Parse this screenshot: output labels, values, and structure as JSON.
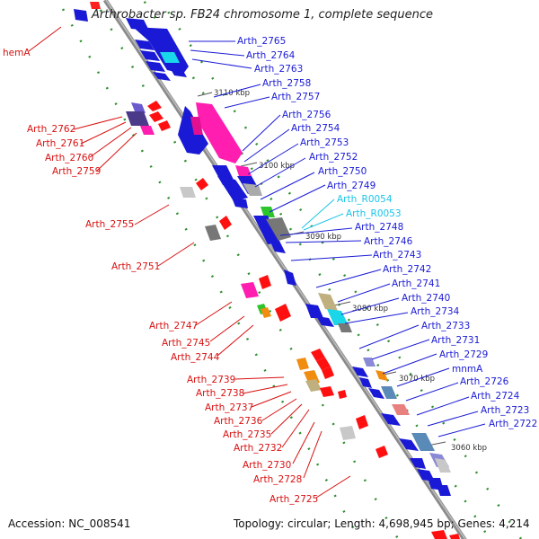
{
  "title": "Arthrobacter sp. FB24 chromosome 1, complete sequence",
  "footer": {
    "accession": "Accession: NC_008541",
    "summary": "Topology: circular; Length: 4,698,945 bp; Genes: 4,214"
  },
  "colors": {
    "plus_label": "#1a1ad6",
    "minus_label": "#d81010",
    "rna_label": "#19c4e8",
    "backbone": "#8a8a8a",
    "tick_dots": "#2f8f2f"
  },
  "kbp_marks": [
    "3110 kbp",
    "3100 kbp",
    "3090 kbp",
    "3080 kbp",
    "3070 kbp",
    "3060 kbp"
  ],
  "labels": [
    {
      "text": "hemA",
      "strand": "minus"
    },
    {
      "text": "Arth_2765",
      "strand": "plus"
    },
    {
      "text": "Arth_2764",
      "strand": "plus"
    },
    {
      "text": "Arth_2763",
      "strand": "plus"
    },
    {
      "text": "Arth_2758",
      "strand": "plus"
    },
    {
      "text": "Arth_2757",
      "strand": "plus"
    },
    {
      "text": "Arth_2756",
      "strand": "plus"
    },
    {
      "text": "Arth_2754",
      "strand": "plus"
    },
    {
      "text": "Arth_2753",
      "strand": "plus"
    },
    {
      "text": "Arth_2752",
      "strand": "plus"
    },
    {
      "text": "Arth_2750",
      "strand": "plus"
    },
    {
      "text": "Arth_2749",
      "strand": "plus"
    },
    {
      "text": "Arth_R0054",
      "strand": "rna"
    },
    {
      "text": "Arth_R0053",
      "strand": "rna"
    },
    {
      "text": "Arth_2748",
      "strand": "plus"
    },
    {
      "text": "Arth_2746",
      "strand": "plus"
    },
    {
      "text": "Arth_2743",
      "strand": "plus"
    },
    {
      "text": "Arth_2742",
      "strand": "plus"
    },
    {
      "text": "Arth_2741",
      "strand": "plus"
    },
    {
      "text": "Arth_2740",
      "strand": "plus"
    },
    {
      "text": "Arth_2734",
      "strand": "plus"
    },
    {
      "text": "Arth_2733",
      "strand": "plus"
    },
    {
      "text": "Arth_2731",
      "strand": "plus"
    },
    {
      "text": "Arth_2729",
      "strand": "plus"
    },
    {
      "text": "mnmA",
      "strand": "plus"
    },
    {
      "text": "Arth_2726",
      "strand": "plus"
    },
    {
      "text": "Arth_2724",
      "strand": "plus"
    },
    {
      "text": "Arth_2723",
      "strand": "plus"
    },
    {
      "text": "Arth_2722",
      "strand": "plus"
    },
    {
      "text": "Arth_2762",
      "strand": "minus"
    },
    {
      "text": "Arth_2761",
      "strand": "minus"
    },
    {
      "text": "Arth_2760",
      "strand": "minus"
    },
    {
      "text": "Arth_2759",
      "strand": "minus"
    },
    {
      "text": "Arth_2755",
      "strand": "minus"
    },
    {
      "text": "Arth_2751",
      "strand": "minus"
    },
    {
      "text": "Arth_2747",
      "strand": "minus"
    },
    {
      "text": "Arth_2745",
      "strand": "minus"
    },
    {
      "text": "Arth_2744",
      "strand": "minus"
    },
    {
      "text": "Arth_2739",
      "strand": "minus"
    },
    {
      "text": "Arth_2738",
      "strand": "minus"
    },
    {
      "text": "Arth_2737",
      "strand": "minus"
    },
    {
      "text": "Arth_2736",
      "strand": "minus"
    },
    {
      "text": "Arth_2735",
      "strand": "minus"
    },
    {
      "text": "Arth_2732",
      "strand": "minus"
    },
    {
      "text": "Arth_2730",
      "strand": "minus"
    },
    {
      "text": "Arth_2728",
      "strand": "minus"
    },
    {
      "text": "Arth_2725",
      "strand": "minus"
    }
  ]
}
